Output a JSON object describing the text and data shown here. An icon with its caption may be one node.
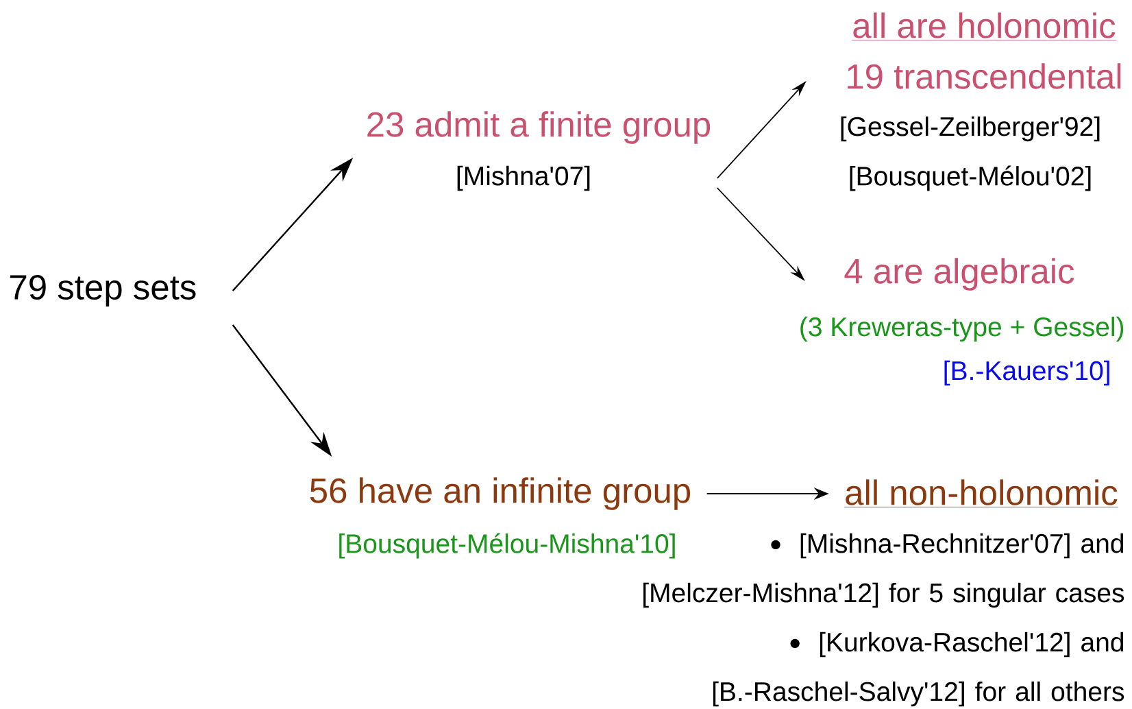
{
  "diagram": {
    "nodes": [
      {
        "text": [
          "79 step sets"
        ]
      },
      {
        "text": [
          "23 admit a finite group"
        ],
        "beside": [
          "[Mishna'07]"
        ]
      },
      {
        "text": [
          "56 have an infinite group"
        ],
        "beside": [
          "[Bousquet-Mélou-Mishna'10]"
        ]
      },
      {
        "text": [
          "all are holonomic",
          "19 transcendental"
        ],
        "beside": [
          "[Gessel-Zeilberger'92]",
          "[Bousquet-Mélou'02]"
        ]
      },
      {
        "text": [
          "4 are algebraic"
        ],
        "beside": [
          "(3 Kreweras-type + Gessel)",
          "[B.-Kauers'10]"
        ]
      },
      {
        "text": [
          "all non-holonomic"
        ],
        "beside": [
          "[Mishna-Rechnitzer'07] and [Melczer-Mishna'12] for 5 singular cases",
          "[Kurkova-Raschel'12] and [B.-Raschel-Salvy'12] for all others"
        ]
      }
    ],
    "edges": [
      {
        "from": 0,
        "to": 1,
        "arrow": "to"
      },
      {
        "from": 0,
        "to": 2,
        "arrow": "to"
      },
      {
        "from": 1,
        "to": 3,
        "arrow": "to"
      },
      {
        "from": 1,
        "to": 4,
        "arrow": "to"
      },
      {
        "from": 2,
        "to": 5,
        "arrow": "to"
      }
    ]
  }
}
